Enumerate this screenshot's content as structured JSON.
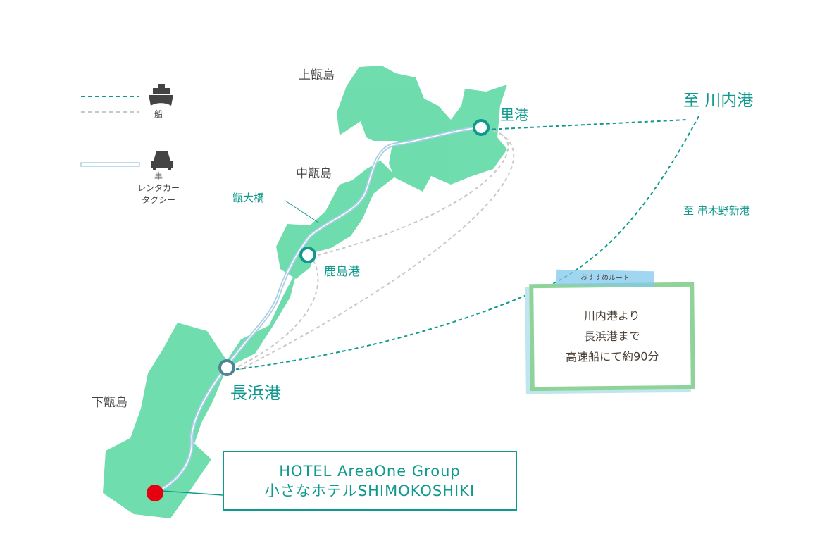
{
  "legend": {
    "boat_label": "船",
    "car_label": "車",
    "car_sub1": "レンタカー",
    "car_sub2": "タクシー",
    "boat_icon": "ship-icon",
    "car_icon": "car-icon"
  },
  "islands": {
    "kami": "上甑島",
    "naka": "中甑島",
    "shimo": "下甑島"
  },
  "bridge": "甑大橋",
  "ports": {
    "sato": "里港",
    "kashima": "鹿島港",
    "nagahama": "長浜港"
  },
  "destinations": {
    "sendai": "至 川内港",
    "kushikino": "至 串木野新港"
  },
  "note": {
    "tape": "おすすめルート",
    "line1": "川内港より",
    "line2": "長浜港まで",
    "line3": "高速船にて約90分"
  },
  "hotel": {
    "line1": "HOTEL AreaOne Group",
    "line2": "小さなホテルSHIMOKOSHIKI"
  },
  "colors": {
    "island": "#5fd9a4",
    "teal": "#0f9a8d",
    "route_grey": "#c8c8c8",
    "road": "#a8cfe6",
    "nagahama_marker": "#4f8494",
    "hotel_marker": "#e60012"
  }
}
